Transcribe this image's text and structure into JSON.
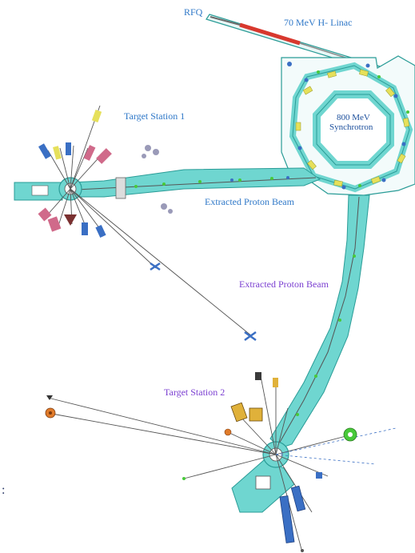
{
  "labels": {
    "rfq": "RFQ",
    "linac": "70 MeV H-  Linac",
    "synchrotron_line1": "800 MeV",
    "synchrotron_line2": "Synchrotron",
    "target_station_1": "Target Station 1",
    "extracted_beam_1": "Extracted Proton Beam",
    "extracted_beam_2": "Extracted Proton Beam",
    "target_station_2": "Target Station 2",
    "edge_mark": ":"
  },
  "colors": {
    "tunnel": "#6fd6d0",
    "tunnel_edge": "#2a9c97",
    "linac": "#d8382e",
    "label_blue": "#2f78c8",
    "label_purple": "#7b3fd1",
    "magnet_yellow": "#e6e05a",
    "instrument_pink": "#d06a8a",
    "instrument_blue": "#3a6fc4",
    "instrument_gold": "#e0b13a",
    "instrument_green": "#48c93a",
    "instrument_orange": "#e07b2a"
  }
}
